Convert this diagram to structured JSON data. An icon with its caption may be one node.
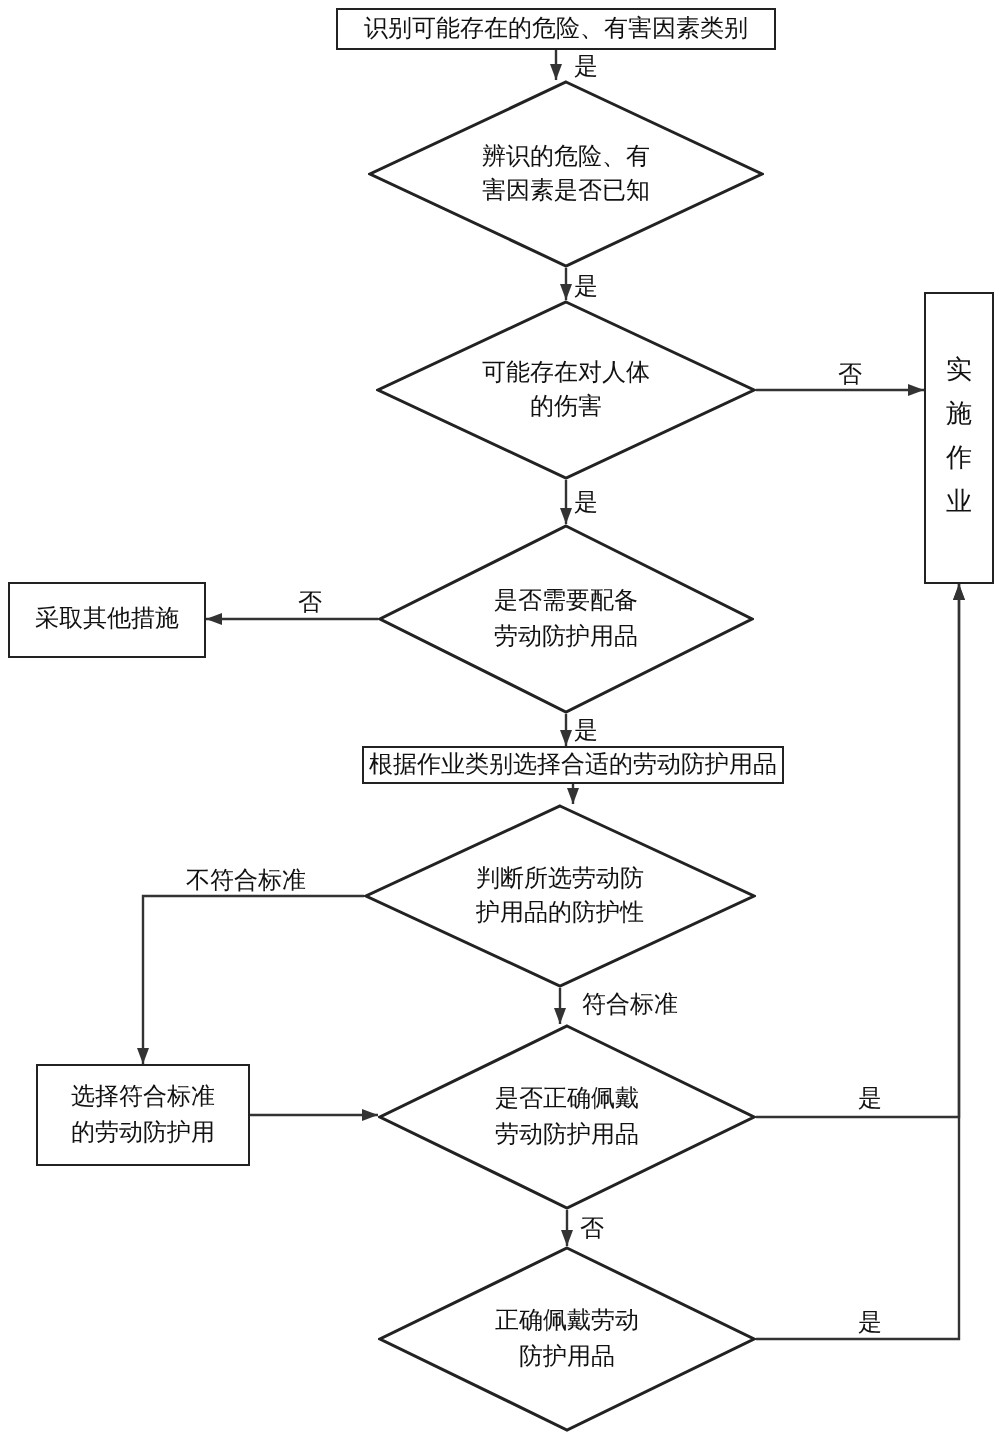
{
  "diagram": {
    "nodes": [
      {
        "text": [
          "识别可能存在的危险、有害因素类别"
        ]
      },
      {
        "text": [
          "辨识的危险、有害因素是否已知"
        ]
      },
      {
        "text": [
          "可能存在对人体的伤害"
        ]
      },
      {
        "text": [
          "实施作业"
        ]
      },
      {
        "text": [
          "是否需要配备劳动防护用品"
        ]
      },
      {
        "text": [
          "采取其他措施"
        ]
      },
      {
        "text": [
          "根据作业类别选择合适的劳动防护用品"
        ]
      },
      {
        "text": [
          "判断所选劳动防护用品的防护性"
        ]
      },
      {
        "text": [
          "选择符合标准的劳动防护用"
        ]
      },
      {
        "text": [
          "是否正确佩戴劳动防护用品"
        ]
      },
      {
        "text": [
          "正确佩戴劳动防护用品"
        ]
      }
    ],
    "edges": [
      {
        "from": 0,
        "to": 1,
        "arrow": "to",
        "label": "是"
      },
      {
        "from": 1,
        "to": 2,
        "arrow": "to",
        "label": "是"
      },
      {
        "from": 2,
        "to": 3,
        "arrow": "to",
        "label": "否"
      },
      {
        "from": 2,
        "to": 4,
        "arrow": "to",
        "label": "是"
      },
      {
        "from": 4,
        "to": 5,
        "arrow": "to",
        "label": "否"
      },
      {
        "from": 4,
        "to": 6,
        "arrow": "to",
        "label": "是"
      },
      {
        "from": 6,
        "to": 7,
        "arrow": "to"
      },
      {
        "from": 7,
        "to": 8,
        "arrow": "to",
        "label": "不符合标准"
      },
      {
        "from": 8,
        "to": 9,
        "arrow": "to"
      },
      {
        "from": 7,
        "to": 9,
        "arrow": "to",
        "label": "符合标准"
      },
      {
        "from": 9,
        "to": 3,
        "arrow": "to",
        "label": "是"
      },
      {
        "from": 9,
        "to": 10,
        "arrow": "to",
        "label": "否"
      },
      {
        "from": 10,
        "to": 3,
        "arrow": "to",
        "label": "是"
      }
    ]
  }
}
